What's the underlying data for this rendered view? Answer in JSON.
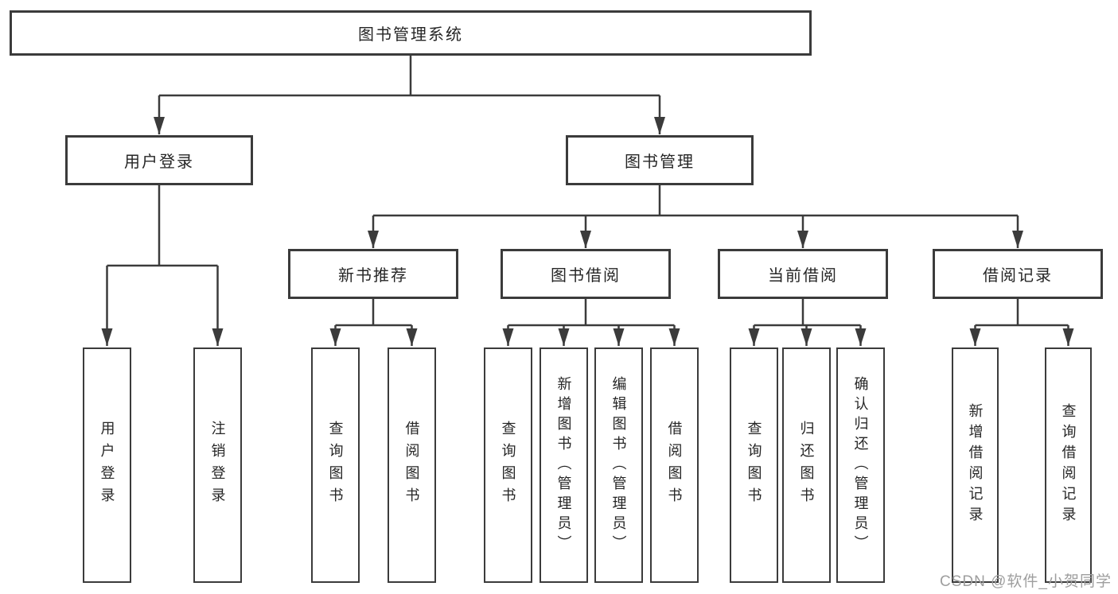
{
  "diagram_title": "图书管理系统",
  "colors": {
    "line": "#3b3b3b",
    "box_border": "#3b3b3b",
    "box_background": "#ffffff",
    "text": "#262626",
    "watermark": "#9e9e9e",
    "page_background": "#ffffff"
  },
  "tree": {
    "label": "图书管理系统",
    "children": [
      {
        "label": "用户登录",
        "children": [
          {
            "label": "用户登录"
          },
          {
            "label": "注销登录"
          }
        ]
      },
      {
        "label": "图书管理",
        "children": [
          {
            "label": "新书推荐",
            "children": [
              {
                "label": "查询图书"
              },
              {
                "label": "借阅图书"
              }
            ]
          },
          {
            "label": "图书借阅",
            "children": [
              {
                "label": "查询图书"
              },
              {
                "label": "新增图书（管理员）"
              },
              {
                "label": "编辑图书（管理员）"
              },
              {
                "label": "借阅图书"
              }
            ]
          },
          {
            "label": "当前借阅",
            "children": [
              {
                "label": "查询图书"
              },
              {
                "label": "归还图书"
              },
              {
                "label": "确认归还（管理员）"
              }
            ]
          },
          {
            "label": "借阅记录",
            "children": [
              {
                "label": "新增借阅记录"
              },
              {
                "label": "查询借阅记录"
              }
            ]
          }
        ]
      }
    ]
  },
  "watermark": {
    "text": "CSDN @软件_小贺同学"
  }
}
